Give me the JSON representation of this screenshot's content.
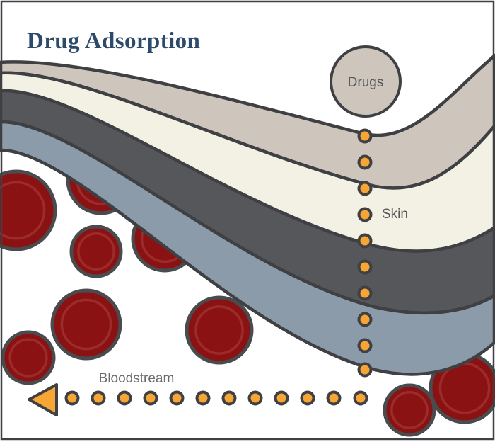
{
  "figure": {
    "title": "Drug Adsorption",
    "labels": {
      "drugs": "Drugs",
      "skin": "Skin",
      "bloodstream": "Bloodstream"
    },
    "skin_layers": [
      "stratum-tan",
      "stratum-cream",
      "stratum-dark-gray",
      "stratum-blue-gray"
    ],
    "drug_particles": {
      "vertical_path_count": 10,
      "horizontal_path_count": 12
    },
    "blood_cells": {
      "count": 9
    },
    "flow_arrow": {
      "direction": "left"
    },
    "colors": {
      "background": "#FFFFFF",
      "border": "#3E4043",
      "outline": "#3F4043",
      "title_text": "#2E4A6B",
      "label_text": "#55565A",
      "bloodstream_text": "#6A6B6D",
      "layer_tan": "#CEC6BC",
      "layer_cream": "#F3F0E4",
      "layer_dark_gray": "#56575A",
      "layer_blue_gray": "#8C9BAA",
      "drug_particle_orange": "#F7A636",
      "blood_cell_fill": "#8B1212",
      "blood_cell_ring": "#9C2B2B",
      "blood_cell_outline": "#4A4B4E"
    }
  }
}
